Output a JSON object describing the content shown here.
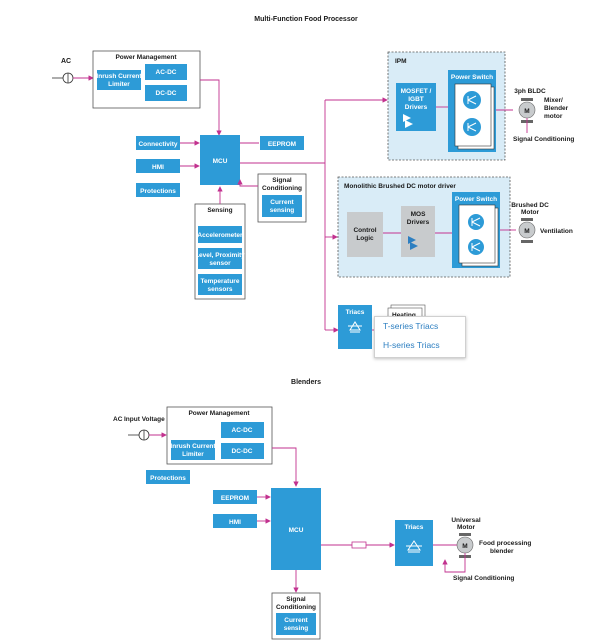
{
  "top": {
    "title": "Multi-Function Food Processor",
    "ac": "AC",
    "power_management": "Power Management",
    "inrush_1": "Inrush Current",
    "inrush_2": "Limiter",
    "acdc": "AC-DC",
    "dcdc": "DC-DC",
    "connectivity": "Connectivity",
    "hmi": "HMI",
    "protections": "Protections",
    "mcu": "MCU",
    "eeprom": "EEPROM",
    "signal_cond_1": "Signal",
    "signal_cond_2": "Conditioning",
    "current_1": "Current",
    "current_2": "sensing",
    "sensing": "Sensing",
    "accelerometer": "Accelerometer",
    "level_1": "Level, Proximity",
    "level_2": "sensor",
    "temp_1": "Temperature",
    "temp_2": "sensors",
    "ipm": "IPM",
    "mosfet_1": "MOSFET /",
    "mosfet_2": "IGBT",
    "mosfet_3": "Drivers",
    "power_switch": "Power Switch",
    "bldc": "3ph BLDC",
    "motor_m": "M",
    "mixer_1": "Mixer/",
    "mixer_2": "Blender",
    "mixer_3": "motor",
    "sig_cond_label": "Signal Conditioning",
    "brushed_title": "Monolithic Brushed DC motor driver",
    "control_1": "Control",
    "control_2": "Logic",
    "mos_1": "MOS",
    "mos_2": "Drivers",
    "power_switch_2": "Power Switch",
    "brushed_1": "Brushed DC",
    "brushed_2": "Motor",
    "ventilation": "Ventilation",
    "triacs": "Triacs",
    "heating": "Heating"
  },
  "popup": {
    "item1": "T-series Triacs",
    "item2": "H-series Triacs"
  },
  "bottom": {
    "title": "Blenders",
    "ac": "AC",
    "input_voltage": "Input Voltage",
    "power_management": "Power Management",
    "acdc": "AC-DC",
    "inrush_1": "Inrush Current",
    "inrush_2": "Limiter",
    "dcdc": "DC-DC",
    "protections": "Protections",
    "eeprom": "EEPROM",
    "hmi": "HMI",
    "mcu": "MCU",
    "triacs": "Triacs",
    "universal_1": "Universal",
    "universal_2": "Motor",
    "motor_m": "M",
    "food_1": "Food processing",
    "food_2": "blender",
    "sig_cond_label": "Signal Conditioning",
    "signal_cond_1": "Signal",
    "signal_cond_2": "Conditioning",
    "current_1": "Current",
    "current_2": "sensing"
  }
}
